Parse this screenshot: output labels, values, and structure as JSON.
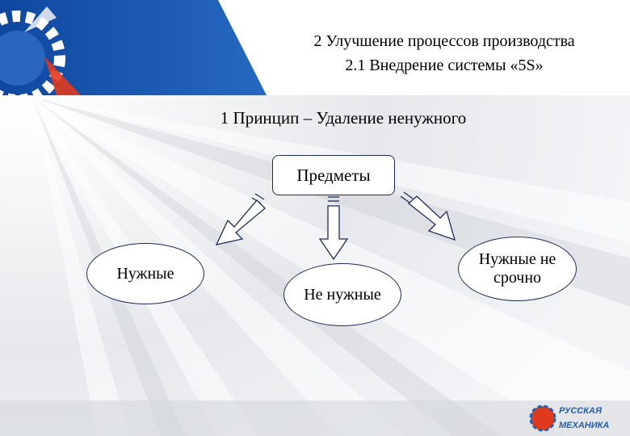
{
  "header": {
    "title": "2 Улучшение процессов производства",
    "subtitle": "2.1 Внедрение системы «5S»"
  },
  "principle": "1 Принцип – Удаление ненужного",
  "diagram": {
    "root": "Предметы",
    "branches": [
      {
        "label": "Нужные"
      },
      {
        "label": "Не нужные"
      },
      {
        "label": "Нужные не срочно"
      }
    ]
  },
  "logo": {
    "line1": "РУССКАЯ",
    "line2": "МЕХАНИКА"
  },
  "colors": {
    "band_blue": "#1f5fb4",
    "accent_red": "#e03a1e",
    "outline_navy": "#1e2a5a",
    "bg_gray": "#e8eaed"
  }
}
